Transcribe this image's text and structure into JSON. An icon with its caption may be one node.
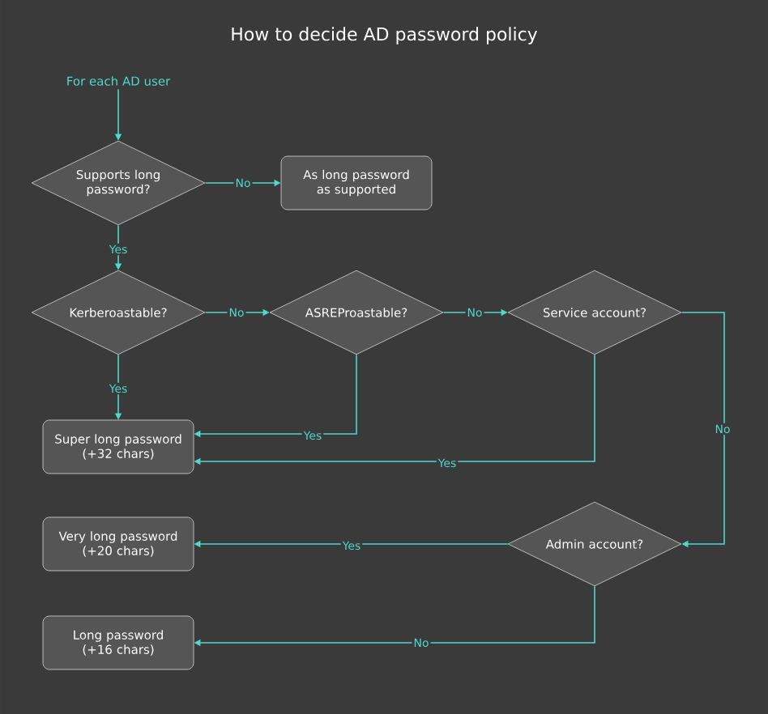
{
  "diagram": {
    "title": "How to decide AD password policy",
    "nodes": [
      {
        "text": [
          "For each AD user"
        ]
      },
      {
        "text": [
          "Supports long password?"
        ]
      },
      {
        "text": [
          "As long password as supported"
        ]
      },
      {
        "text": [
          "Kerberoastable?"
        ]
      },
      {
        "text": [
          "ASREProastable?"
        ]
      },
      {
        "text": [
          "Service account?"
        ]
      },
      {
        "text": [
          "Super long password (+32 chars)"
        ]
      },
      {
        "text": [
          "Very long password (+20 chars)"
        ]
      },
      {
        "text": [
          "Admin account?"
        ]
      },
      {
        "text": [
          "Long password (+16 chars)"
        ]
      }
    ],
    "edges": [
      {
        "from": 0,
        "to": 1,
        "arrow": "to"
      },
      {
        "from": 1,
        "to": 2,
        "label": "No",
        "arrow": "to"
      },
      {
        "from": 1,
        "to": 3,
        "label": "Yes",
        "arrow": "to"
      },
      {
        "from": 3,
        "to": 4,
        "label": "No",
        "arrow": "to"
      },
      {
        "from": 4,
        "to": 5,
        "label": "No",
        "arrow": "to"
      },
      {
        "from": 3,
        "to": 6,
        "label": "Yes",
        "arrow": "to"
      },
      {
        "from": 4,
        "to": 6,
        "label": "Yes",
        "arrow": "to"
      },
      {
        "from": 5,
        "to": 6,
        "label": "Yes",
        "arrow": "to"
      },
      {
        "from": 5,
        "to": 8,
        "label": "No",
        "arrow": "to"
      },
      {
        "from": 8,
        "to": 7,
        "label": "Yes",
        "arrow": "to"
      },
      {
        "from": 8,
        "to": 9,
        "label": "No",
        "arrow": "to"
      }
    ]
  }
}
